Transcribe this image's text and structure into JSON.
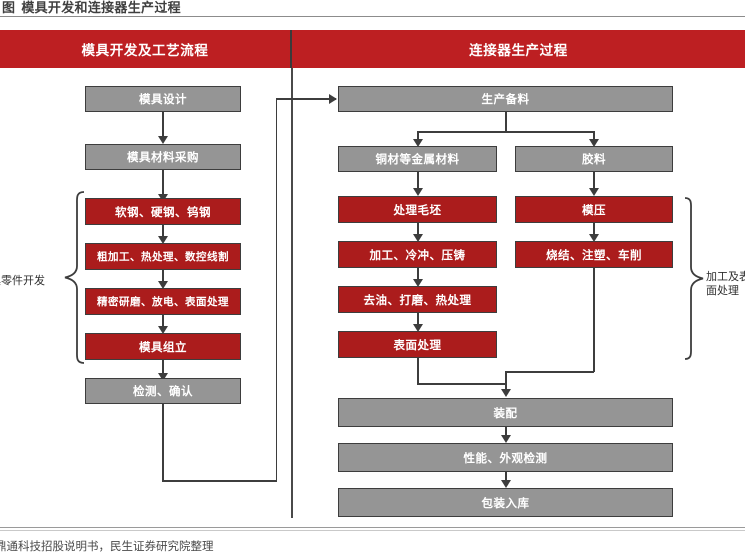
{
  "figure": {
    "number": "图",
    "title": "模具开发和连接器生产过程"
  },
  "columns": {
    "left_header": "模具开发及工艺流程",
    "right_header": "连接器生产过程"
  },
  "left_flow": {
    "b1": "模具设计",
    "b2": "模具材料采购",
    "b3": "软钢、硬钢、钨钢",
    "b4": "粗加工、热处理、数控线割",
    "b5": "精密研磨、放电、表面处理",
    "b6": "模具组立",
    "b7": "检测、确认"
  },
  "right_flow": {
    "r1": "生产备料",
    "r2a": "铜材等金属材料",
    "r2b": "胶料",
    "r3a": "处理毛坯",
    "r3b": "模压",
    "r4a": "加工、冷冲、压铸",
    "r4b": "烧结、注塑、车削",
    "r5a": "去油、打磨、热处理",
    "r6a": "表面处理",
    "r7": "装配",
    "r8": "性能、外观检测",
    "r9": "包装入库"
  },
  "annotations": {
    "left_brace_label": "具零件开发",
    "right_brace_label_line1": "加工及表",
    "right_brace_label_line2": "面处理"
  },
  "footer": {
    "source": "源：鼎通科技招股说明书，民生证券研究院整理"
  },
  "colors": {
    "header_red": "#bd1f22",
    "box_red": "#ab1c1c",
    "box_gray": "#959595",
    "line": "#3d3d3d"
  }
}
